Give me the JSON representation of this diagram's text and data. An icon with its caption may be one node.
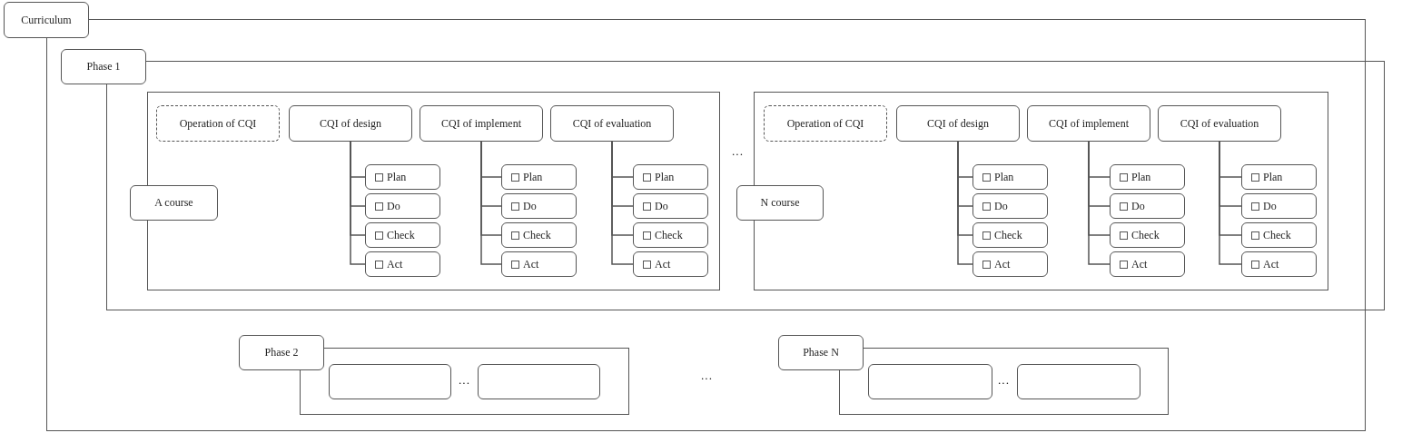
{
  "diagram": {
    "nodes": [
      {
        "text": [
          "Curriculum"
        ]
      },
      {
        "text": [
          "Phase 1"
        ],
        "in": 0
      },
      {
        "text": [
          "A course"
        ],
        "in": 1
      },
      {
        "text": [
          "Operation of CQI"
        ],
        "in": 2
      },
      {
        "text": [
          "CQI of design"
        ],
        "in": 2
      },
      {
        "text": [
          "CQI of implement"
        ],
        "in": 2
      },
      {
        "text": [
          "CQI of evaluation"
        ],
        "in": 2
      },
      {
        "text": [
          "Plan"
        ],
        "in": 2
      },
      {
        "text": [
          "Do"
        ],
        "in": 2
      },
      {
        "text": [
          "Check"
        ],
        "in": 2
      },
      {
        "text": [
          "Act"
        ],
        "in": 2
      },
      {
        "text": [
          "Plan"
        ],
        "in": 2
      },
      {
        "text": [
          "Do"
        ],
        "in": 2
      },
      {
        "text": [
          "Check"
        ],
        "in": 2
      },
      {
        "text": [
          "Act"
        ],
        "in": 2
      },
      {
        "text": [
          "Plan"
        ],
        "in": 2
      },
      {
        "text": [
          "Do"
        ],
        "in": 2
      },
      {
        "text": [
          "Check"
        ],
        "in": 2
      },
      {
        "text": [
          "Act"
        ],
        "in": 2
      },
      {
        "text": [
          "N course"
        ],
        "in": 1
      },
      {
        "text": [
          "Operation of CQI"
        ],
        "in": 19
      },
      {
        "text": [
          "CQI of design"
        ],
        "in": 19
      },
      {
        "text": [
          "CQI of implement"
        ],
        "in": 19
      },
      {
        "text": [
          "CQI of evaluation"
        ],
        "in": 19
      },
      {
        "text": [
          "Plan"
        ],
        "in": 19
      },
      {
        "text": [
          "Do"
        ],
        "in": 19
      },
      {
        "text": [
          "Check"
        ],
        "in": 19
      },
      {
        "text": [
          "Act"
        ],
        "in": 19
      },
      {
        "text": [
          "Plan"
        ],
        "in": 19
      },
      {
        "text": [
          "Do"
        ],
        "in": 19
      },
      {
        "text": [
          "Check"
        ],
        "in": 19
      },
      {
        "text": [
          "Act"
        ],
        "in": 19
      },
      {
        "text": [
          "Plan"
        ],
        "in": 19
      },
      {
        "text": [
          "Do"
        ],
        "in": 19
      },
      {
        "text": [
          "Check"
        ],
        "in": 19
      },
      {
        "text": [
          "Act"
        ],
        "in": 19
      },
      {
        "text": [
          "Phase 2"
        ],
        "in": 0
      },
      {
        "text": [],
        "shape": "box",
        "in": 36
      },
      {
        "text": [],
        "shape": "box",
        "in": 36
      },
      {
        "text": [
          "Phase N"
        ],
        "in": 0
      },
      {
        "text": [],
        "shape": "box",
        "in": 39
      },
      {
        "text": [],
        "shape": "box",
        "in": 39
      }
    ],
    "edges": [
      {
        "from": 4,
        "to": 7,
        "arrow": "none"
      },
      {
        "from": 4,
        "to": 8,
        "arrow": "none"
      },
      {
        "from": 4,
        "to": 9,
        "arrow": "none"
      },
      {
        "from": 4,
        "to": 10,
        "arrow": "none"
      },
      {
        "from": 5,
        "to": 11,
        "arrow": "none"
      },
      {
        "from": 5,
        "to": 12,
        "arrow": "none"
      },
      {
        "from": 5,
        "to": 13,
        "arrow": "none"
      },
      {
        "from": 5,
        "to": 14,
        "arrow": "none"
      },
      {
        "from": 6,
        "to": 15,
        "arrow": "none"
      },
      {
        "from": 6,
        "to": 16,
        "arrow": "none"
      },
      {
        "from": 6,
        "to": 17,
        "arrow": "none"
      },
      {
        "from": 6,
        "to": 18,
        "arrow": "none"
      },
      {
        "from": 21,
        "to": 24,
        "arrow": "none"
      },
      {
        "from": 21,
        "to": 25,
        "arrow": "none"
      },
      {
        "from": 21,
        "to": 26,
        "arrow": "none"
      },
      {
        "from": 21,
        "to": 27,
        "arrow": "none"
      },
      {
        "from": 22,
        "to": 28,
        "arrow": "none"
      },
      {
        "from": 22,
        "to": 29,
        "arrow": "none"
      },
      {
        "from": 22,
        "to": 30,
        "arrow": "none"
      },
      {
        "from": 22,
        "to": 31,
        "arrow": "none"
      },
      {
        "from": 23,
        "to": 32,
        "arrow": "none"
      },
      {
        "from": 23,
        "to": 33,
        "arrow": "none"
      },
      {
        "from": 23,
        "to": 34,
        "arrow": "none"
      },
      {
        "from": 23,
        "to": 35,
        "arrow": "none"
      }
    ],
    "labels": [
      "···",
      "···",
      "···",
      "···"
    ]
  }
}
